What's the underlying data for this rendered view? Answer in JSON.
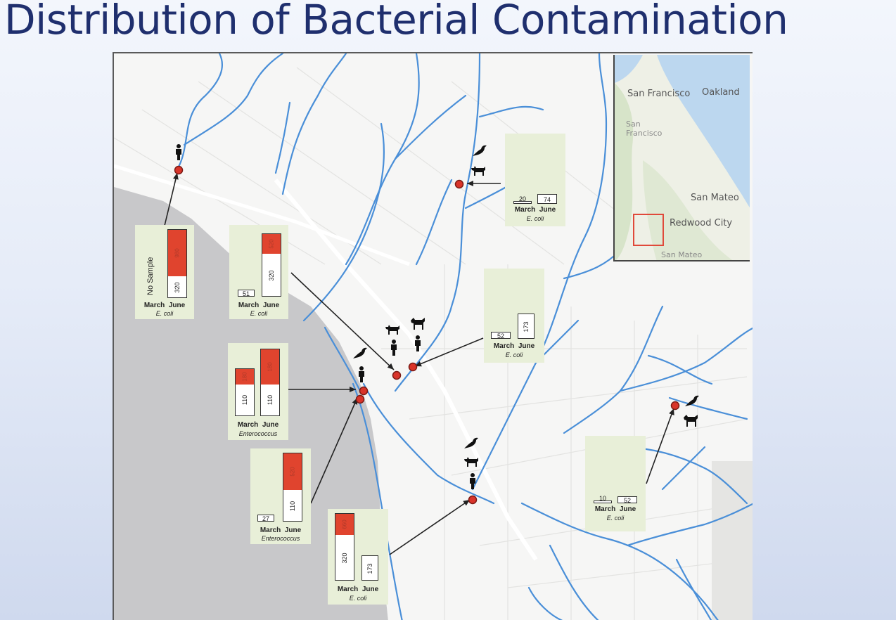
{
  "title": "Distribution of Bacterial Contamination",
  "colors": {
    "title": "#1f2f6e",
    "creek": "#4a8fd8",
    "site_marker": "#d9342a",
    "exceedance_bar": "#e0442e",
    "chart_background": "#e8efd8",
    "inset_extent": "#e0493a"
  },
  "inset_map": {
    "labels": [
      "San Francisco",
      "Oakland",
      "San Francisco",
      "San Mateo",
      "Redwood City",
      "San Mateo"
    ]
  },
  "charts": [
    {
      "id": "a",
      "period_labels": [
        "March",
        "June"
      ],
      "indicator": "E. coli",
      "march": {
        "value": null,
        "note": "No Sample"
      },
      "june": {
        "value": "320",
        "exceedance_label": "980"
      }
    },
    {
      "id": "b",
      "period_labels": [
        "March",
        "June"
      ],
      "indicator": "E. coli",
      "march": {
        "value": "51"
      },
      "june": {
        "value": "320",
        "exceedance_label": "520"
      }
    },
    {
      "id": "c",
      "period_labels": [
        "March",
        "June"
      ],
      "indicator": "Enterococcus",
      "march": {
        "value": "110",
        "exceedance_label": "180"
      },
      "june": {
        "value": "110",
        "exceedance_label": "180"
      }
    },
    {
      "id": "d",
      "period_labels": [
        "March",
        "June"
      ],
      "indicator": "Enterococcus",
      "march": {
        "value": "27"
      },
      "june": {
        "value": "110",
        "exceedance_label": "520"
      }
    },
    {
      "id": "e",
      "period_labels": [
        "March",
        "June"
      ],
      "indicator": "E. coli",
      "march": {
        "value": "320",
        "exceedance_label": "660"
      },
      "june": {
        "value": "173"
      }
    },
    {
      "id": "f",
      "period_labels": [
        "March",
        "June"
      ],
      "indicator": "E. coli",
      "march": {
        "value": "20"
      },
      "june": {
        "value": "74"
      }
    },
    {
      "id": "g",
      "period_labels": [
        "March",
        "June"
      ],
      "indicator": "E. coli",
      "march": {
        "value": "52"
      },
      "june": {
        "value": "173"
      }
    },
    {
      "id": "h",
      "period_labels": [
        "March",
        "June"
      ],
      "indicator": "E. coli",
      "march": {
        "value": "10"
      },
      "june": {
        "value": "52"
      }
    }
  ],
  "source_icons": [
    "bird-icon",
    "dog-icon",
    "horse-icon",
    "person-icon"
  ]
}
